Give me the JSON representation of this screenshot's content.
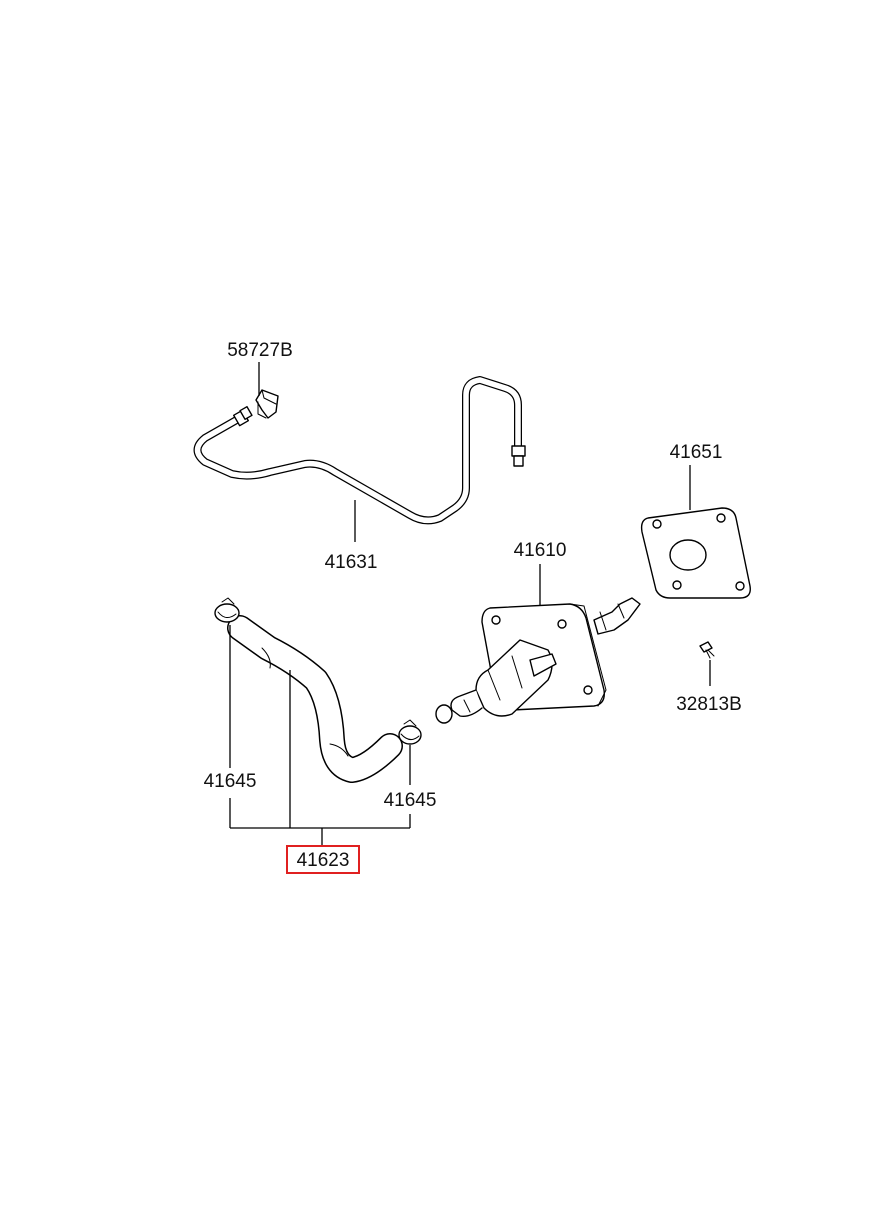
{
  "callouts": {
    "clip_58727B": "58727B",
    "pipe_41631": "41631",
    "gasket_41651": "41651",
    "master_cylinder_41610": "41610",
    "bolt_32813B": "32813B",
    "clamp_left_41645": "41645",
    "clamp_right_41645": "41645",
    "hose_assembly_41623": "41623"
  },
  "highlight": {
    "part": "41623",
    "color": "#e02020"
  }
}
